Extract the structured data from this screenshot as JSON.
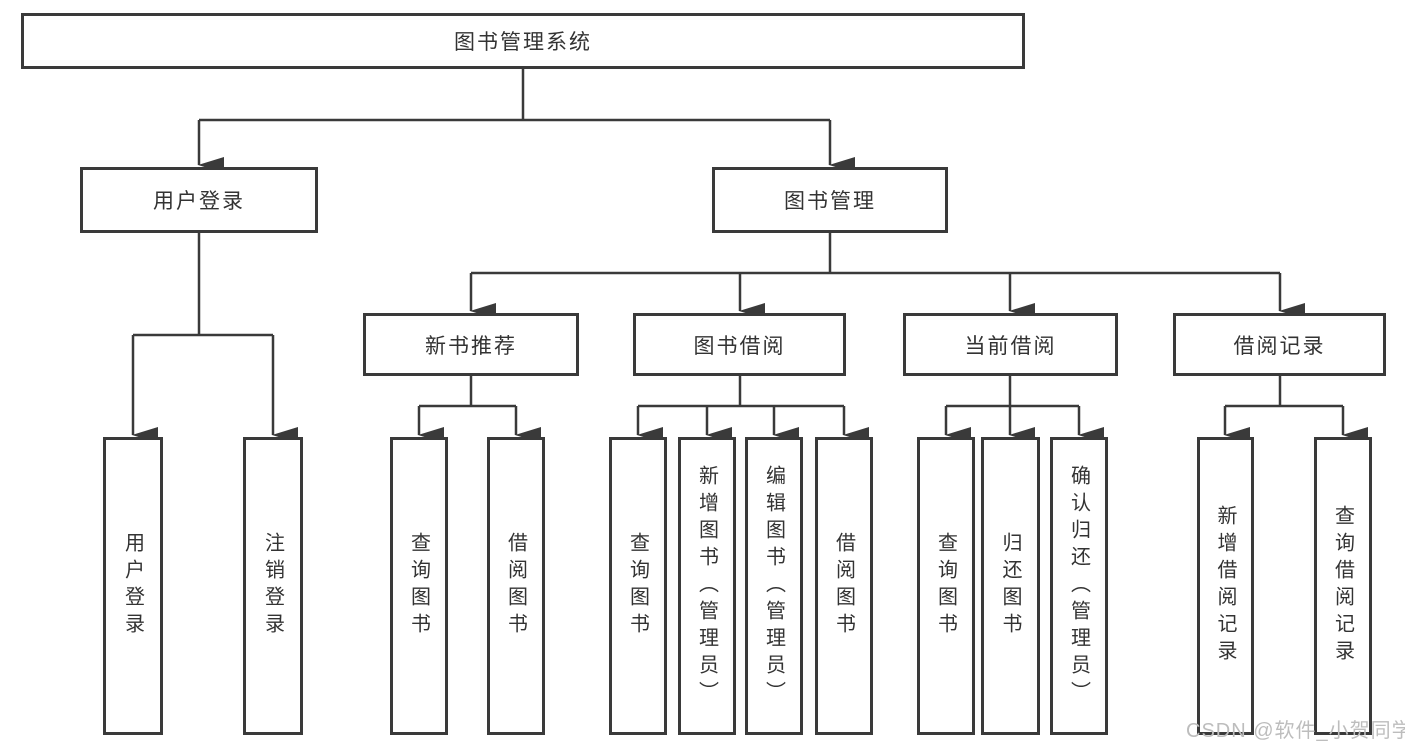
{
  "diagram": {
    "root": {
      "label": "图书管理系统"
    },
    "level1": [
      {
        "label": "用户登录",
        "children": [
          {
            "label": "用户登录"
          },
          {
            "label": "注销登录"
          }
        ]
      },
      {
        "label": "图书管理",
        "groups": [
          {
            "label": "新书推荐",
            "children": [
              {
                "label": "查询图书"
              },
              {
                "label": "借阅图书"
              }
            ]
          },
          {
            "label": "图书借阅",
            "children": [
              {
                "label": "查询图书"
              },
              {
                "label": "新增图书（管理员）"
              },
              {
                "label": "编辑图书（管理员）"
              },
              {
                "label": "借阅图书"
              }
            ]
          },
          {
            "label": "当前借阅",
            "children": [
              {
                "label": "查询图书"
              },
              {
                "label": "归还图书"
              },
              {
                "label": "确认归还（管理员）"
              }
            ]
          },
          {
            "label": "借阅记录",
            "children": [
              {
                "label": "新增借阅记录"
              },
              {
                "label": "查询借阅记录"
              }
            ]
          }
        ]
      }
    ]
  },
  "watermark": {
    "text": "CSDN @软件_小贺同学"
  },
  "colors": {
    "line": "#3a3a3a",
    "text": "#333333",
    "box_background": "#ffffff",
    "page_background": "#ffffff",
    "watermark": "#bdbdbd"
  }
}
